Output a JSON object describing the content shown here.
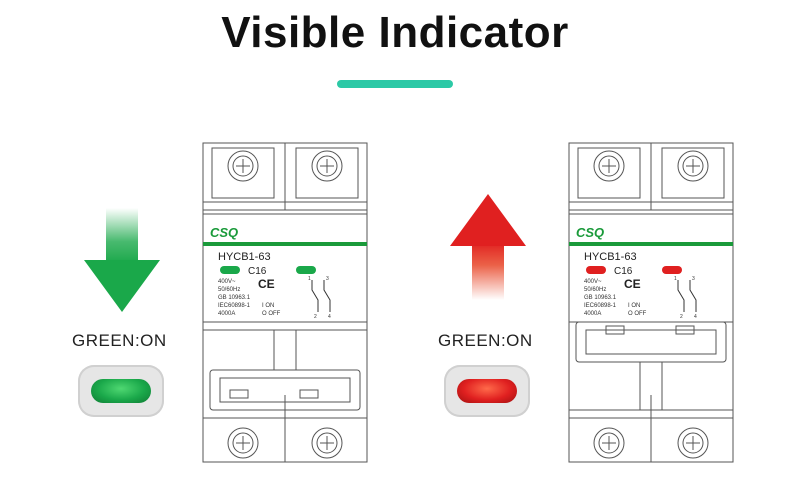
{
  "page": {
    "title": "Visible Indicator"
  },
  "colors": {
    "accent": "#2cc9a6",
    "green": "#1aa84a",
    "red": "#e02020",
    "brand_green": "#1a9a3a"
  },
  "left": {
    "label": "GREEN:ON",
    "arrow": "down-arrow-icon",
    "breaker": {
      "brand": "CSQ",
      "model": "HYCB1-63",
      "rating": "C16",
      "lines": [
        "400V~",
        "50/60Hz",
        "GB 10963.1",
        "IEC60898-1",
        "4000A"
      ],
      "on_label": "I ON",
      "off_label": "O OFF",
      "ce_mark": "CE",
      "terminals_top": [
        "1",
        "3"
      ],
      "terminals_bottom": [
        "2",
        "4"
      ]
    }
  },
  "right": {
    "label": "GREEN:ON",
    "arrow": "up-arrow-icon",
    "breaker": {
      "brand": "CSQ",
      "model": "HYCB1-63",
      "rating": "C16",
      "lines": [
        "400V~",
        "50/60Hz",
        "GB 10963.1",
        "IEC60898-1",
        "4000A"
      ],
      "on_label": "I ON",
      "off_label": "O OFF",
      "ce_mark": "CE",
      "terminals_top": [
        "1",
        "3"
      ],
      "terminals_bottom": [
        "2",
        "4"
      ]
    }
  }
}
